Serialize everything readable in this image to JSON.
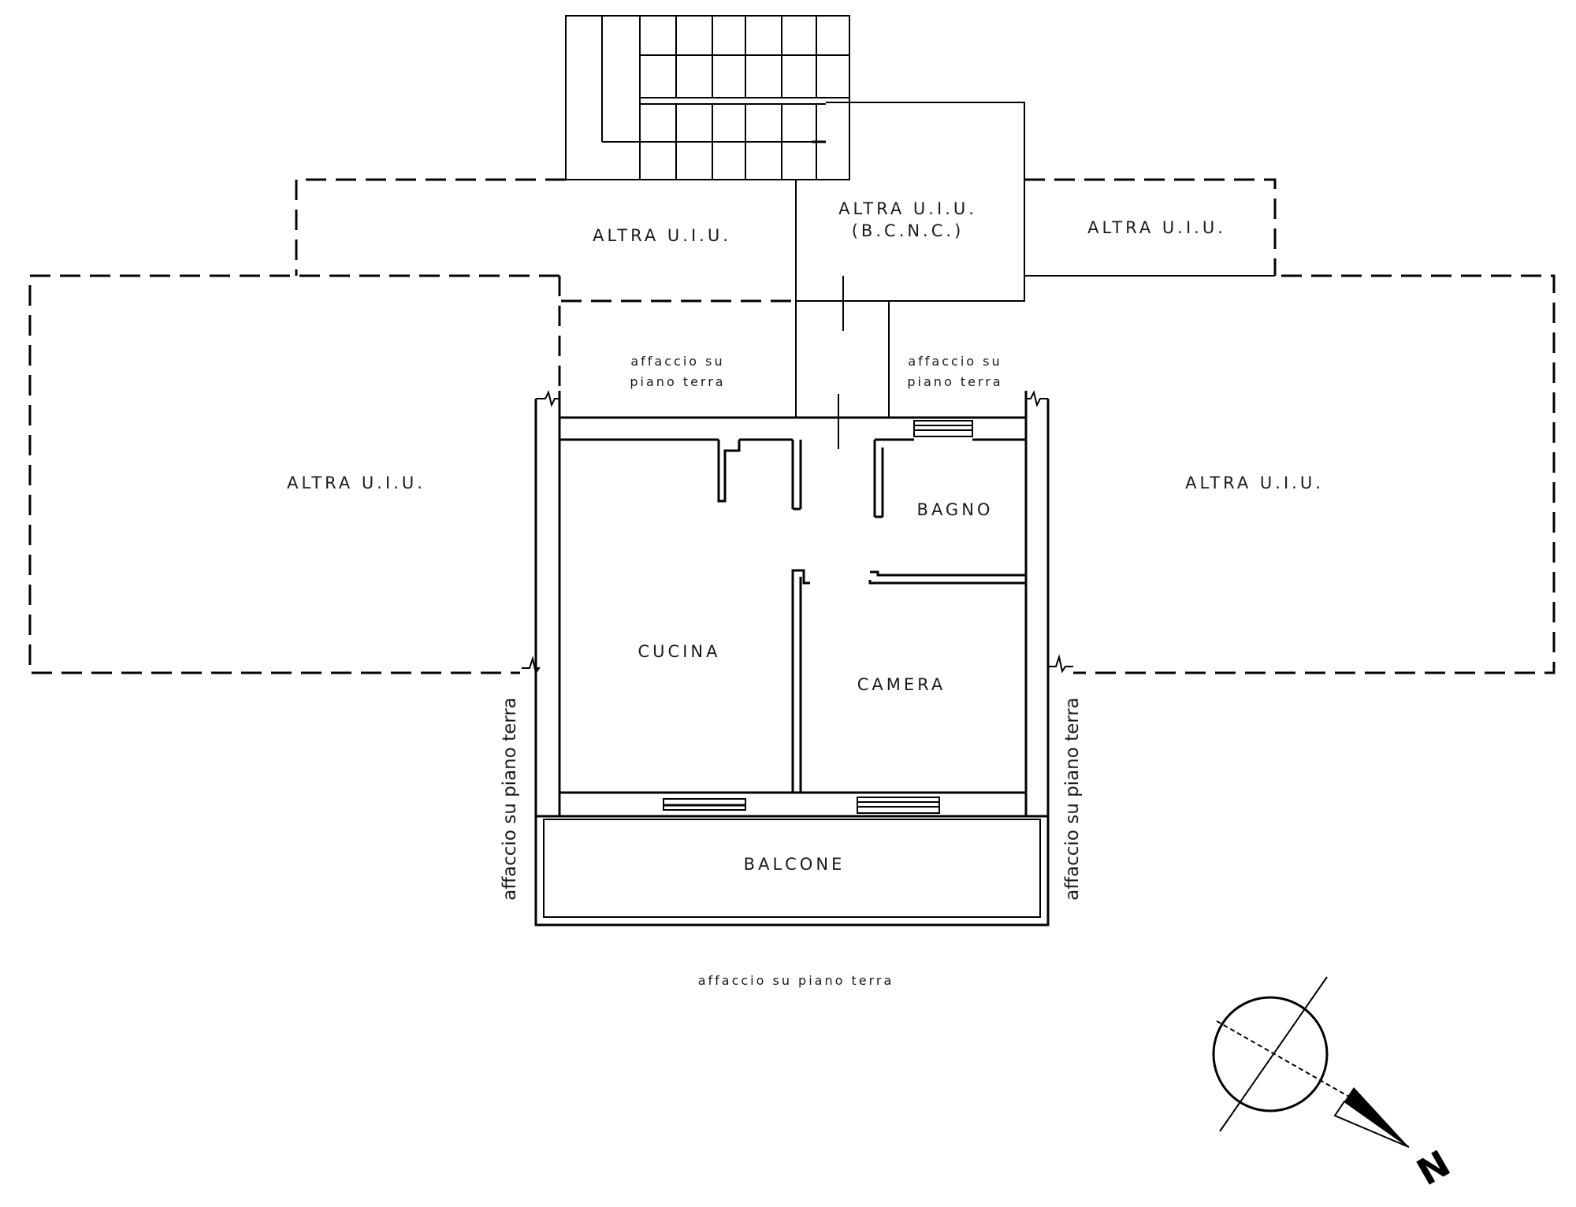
{
  "rooms": {
    "altra_uiu_top_left": "ALTRA U.I.U.",
    "altra_uiu_bcnc_line1": "ALTRA U.I.U.",
    "altra_uiu_bcnc_line2": "(B.C.N.C.)",
    "altra_uiu_top_right": "ALTRA U.I.U.",
    "altra_uiu_left": "ALTRA U.I.U.",
    "altra_uiu_right": "ALTRA U.I.U.",
    "affaccio_left_line1": "affaccio su",
    "affaccio_left_line2": "piano terra",
    "affaccio_right_line1": "affaccio su",
    "affaccio_right_line2": "piano terra",
    "bagno": "BAGNO",
    "cucina": "CUCINA",
    "camera": "CAMERA",
    "balcone": "BALCONE"
  },
  "side_labels": {
    "left": "affaccio su piano terra",
    "right": "affaccio su piano terra",
    "bottom": "affaccio su piano terra"
  },
  "compass": {
    "north_label": "N",
    "icon": "north-arrow-icon"
  }
}
